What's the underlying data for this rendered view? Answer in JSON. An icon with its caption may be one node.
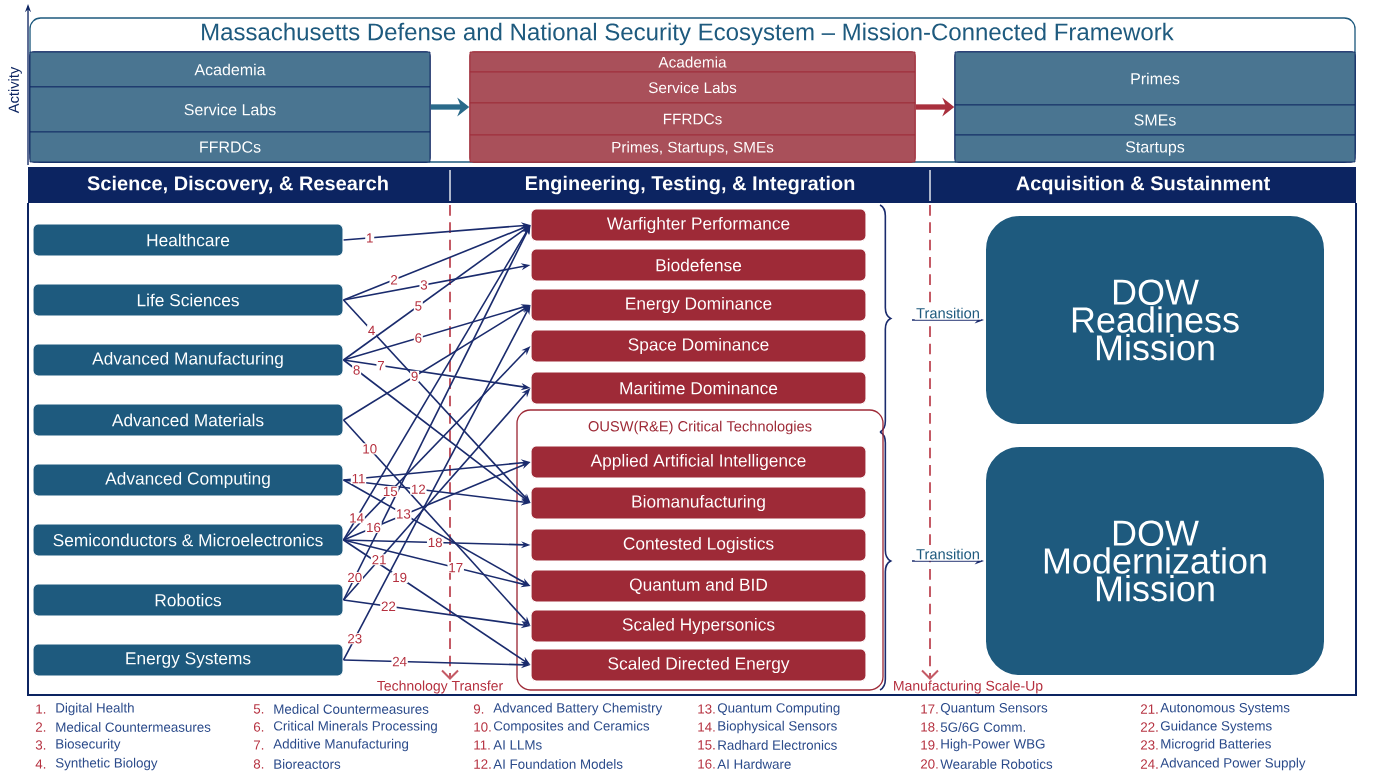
{
  "diagram": {
    "title": "Massachusetts Defense and National Security Ecosystem – Mission-Connected Framework",
    "nodes": [
      {
        "text": [],
        "shape": "box"
      },
      {
        "text": [
          "Academia"
        ],
        "in": 0
      },
      {
        "text": [
          "Service Labs"
        ],
        "in": 0
      },
      {
        "text": [
          "FFRDCs"
        ],
        "in": 0
      },
      {
        "text": [],
        "shape": "box"
      },
      {
        "text": [
          "Academia"
        ],
        "in": 4
      },
      {
        "text": [
          "Service Labs"
        ],
        "in": 4
      },
      {
        "text": [
          "FFRDCs"
        ],
        "in": 4
      },
      {
        "text": [
          "Primes, Startups, SMEs"
        ],
        "in": 4
      },
      {
        "text": [],
        "shape": "box"
      },
      {
        "text": [
          "Primes"
        ],
        "in": 9
      },
      {
        "text": [
          "SMEs"
        ],
        "in": 9
      },
      {
        "text": [
          "Startups"
        ],
        "in": 9
      },
      {
        "text": [
          "Healthcare"
        ]
      },
      {
        "text": [
          "Life Sciences"
        ]
      },
      {
        "text": [
          "Advanced Manufacturing"
        ]
      },
      {
        "text": [
          "Advanced Materials"
        ]
      },
      {
        "text": [
          "Advanced Computing"
        ]
      },
      {
        "text": [
          "Semiconductors & Microelectronics"
        ]
      },
      {
        "text": [
          "Robotics"
        ]
      },
      {
        "text": [
          "Energy Systems"
        ]
      },
      {
        "text": [
          "Warfighter Performance"
        ]
      },
      {
        "text": [
          "Biodefense"
        ]
      },
      {
        "text": [
          "Energy Dominance"
        ]
      },
      {
        "text": [
          "Space Dominance"
        ]
      },
      {
        "text": [
          "Maritime Dominance"
        ]
      },
      {
        "text": [
          "OUSW(R&E) Critical Technologies"
        ]
      },
      {
        "text": [
          "Applied Artificial Intelligence"
        ],
        "in": 26
      },
      {
        "text": [
          "Biomanufacturing"
        ],
        "in": 26
      },
      {
        "text": [
          "Contested Logistics"
        ],
        "in": 26
      },
      {
        "text": [
          "Quantum and BID"
        ],
        "in": 26
      },
      {
        "text": [
          "Scaled Hypersonics"
        ],
        "in": 26
      },
      {
        "text": [
          "Scaled Directed Energy"
        ],
        "in": 26
      },
      {
        "text": [
          "DOW Readiness Mission"
        ]
      },
      {
        "text": [
          "DOW Modernization Mission"
        ]
      }
    ],
    "edges": [
      {
        "from": 0,
        "to": 4,
        "arrow": "to",
        "style": "thick",
        "color": "#2a6a8a"
      },
      {
        "from": 4,
        "to": 9,
        "arrow": "to",
        "style": "thick",
        "color": "#a9303d"
      },
      {
        "from": 13,
        "to": 21,
        "arrow": "to",
        "label": "1"
      },
      {
        "from": 14,
        "to": 21,
        "arrow": "to",
        "label": "2"
      },
      {
        "from": 14,
        "to": 22,
        "arrow": "to",
        "label": "3"
      },
      {
        "from": 14,
        "to": 28,
        "arrow": "to",
        "label": "4"
      },
      {
        "from": 15,
        "to": 21,
        "arrow": "to",
        "label": "5"
      },
      {
        "from": 15,
        "to": 23,
        "arrow": "to",
        "label": "6"
      },
      {
        "from": 15,
        "to": 25,
        "arrow": "to",
        "label": "7"
      },
      {
        "from": 15,
        "to": 28,
        "arrow": "to",
        "label": "8"
      },
      {
        "from": 16,
        "to": 23,
        "arrow": "to",
        "label": "9"
      },
      {
        "from": 16,
        "to": 31,
        "arrow": "to",
        "label": "10"
      },
      {
        "from": 17,
        "to": 27,
        "arrow": "to",
        "label": "11"
      },
      {
        "from": 17,
        "to": 28,
        "arrow": "to",
        "label": "12"
      },
      {
        "from": 17,
        "to": 30,
        "arrow": "to",
        "label": "13"
      },
      {
        "from": 18,
        "to": 21,
        "arrow": "to",
        "label": "14"
      },
      {
        "from": 18,
        "to": 24,
        "arrow": "to",
        "label": "15"
      },
      {
        "from": 18,
        "to": 27,
        "arrow": "to",
        "label": "16"
      },
      {
        "from": 18,
        "to": 30,
        "arrow": "to",
        "label": "17"
      },
      {
        "from": 18,
        "to": 29,
        "arrow": "to",
        "label": "18"
      },
      {
        "from": 18,
        "to": 32,
        "arrow": "to",
        "label": "19"
      },
      {
        "from": 19,
        "to": 21,
        "arrow": "to",
        "label": "20"
      },
      {
        "from": 19,
        "to": 25,
        "arrow": "to",
        "label": "21"
      },
      {
        "from": 19,
        "to": 31,
        "arrow": "to",
        "label": "22"
      },
      {
        "from": 20,
        "to": 23,
        "arrow": "to",
        "label": "23"
      },
      {
        "from": 20,
        "to": 32,
        "arrow": "to",
        "label": "24"
      },
      {
        "from": null,
        "to": 33,
        "arrow": "to",
        "label": "Transition"
      },
      {
        "from": null,
        "to": 34,
        "arrow": "to",
        "label": "Transition"
      }
    ],
    "labels": [
      "Activity",
      "Science, Discovery, & Research",
      "Engineering, Testing, & Integration",
      "Acquisition & Sustainment",
      "Technology Transfer",
      "Manufacturing Scale-Up",
      "1.",
      "Digital Health",
      "5.",
      "Medical Countermeasures",
      "9.",
      "Advanced Battery Chemistry",
      "13.",
      "Quantum Computing",
      "17.",
      "Quantum Sensors",
      "21.",
      "Autonomous Systems",
      "2.",
      "Medical Countermeasures",
      "6.",
      "Critical Minerals Processing",
      "10.",
      "Composites and Ceramics",
      "14.",
      "Biophysical Sensors",
      "18.",
      "5G/6G Comm.",
      "22.",
      "Guidance Systems",
      "3.",
      "Biosecurity",
      "7.",
      "Additive Manufacturing",
      "11.",
      "AI LLMs",
      "15.",
      "Radhard Electronics",
      "19.",
      "High-Power WBG",
      "23.",
      "Microgrid Batteries",
      "4.",
      "Synthetic Biology",
      "8.",
      "Bioreactors",
      "12.",
      "AI Foundation Models",
      "16.",
      "AI Hardware",
      "20.",
      "Wearable Robotics",
      "24.",
      "Advanced Power Supply"
    ]
  }
}
